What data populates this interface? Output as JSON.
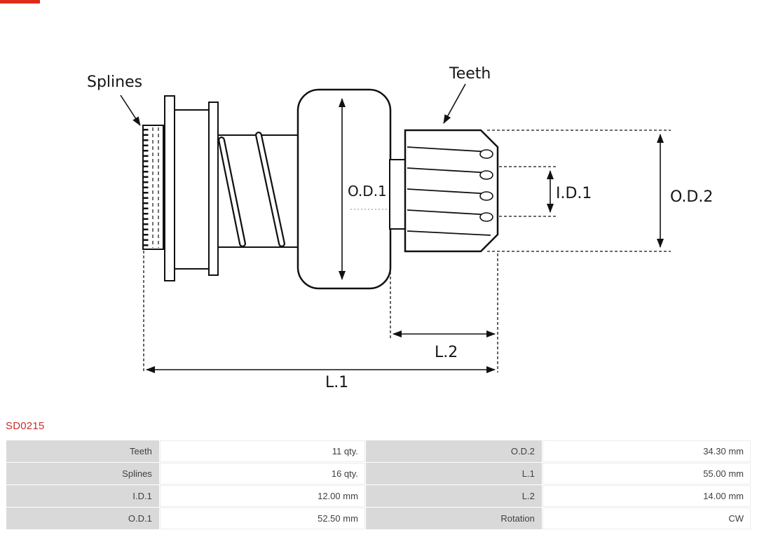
{
  "part": {
    "code": "SD0215"
  },
  "colors": {
    "part_code_red": "#c9302c",
    "top_mark_red": "#de2b1c",
    "table_label_bg": "#d9d9d9",
    "diagram_line": "#111111"
  },
  "diagram": {
    "labels": {
      "splines": "Splines",
      "teeth": "Teeth",
      "od1": "O.D.1",
      "id1": "I.D.1",
      "od2": "O.D.2",
      "l2": "L.2",
      "l1": "L.1"
    }
  },
  "table": {
    "rows": [
      {
        "c1": "Teeth",
        "v1": "11 qty.",
        "c2": "O.D.2",
        "v2": "34.30 mm"
      },
      {
        "c1": "Splines",
        "v1": "16 qty.",
        "c2": "L.1",
        "v2": "55.00 mm"
      },
      {
        "c1": "I.D.1",
        "v1": "12.00 mm",
        "c2": "L.2",
        "v2": "14.00 mm"
      },
      {
        "c1": "O.D.1",
        "v1": "52.50 mm",
        "c2": "Rotation",
        "v2": "CW"
      }
    ]
  }
}
